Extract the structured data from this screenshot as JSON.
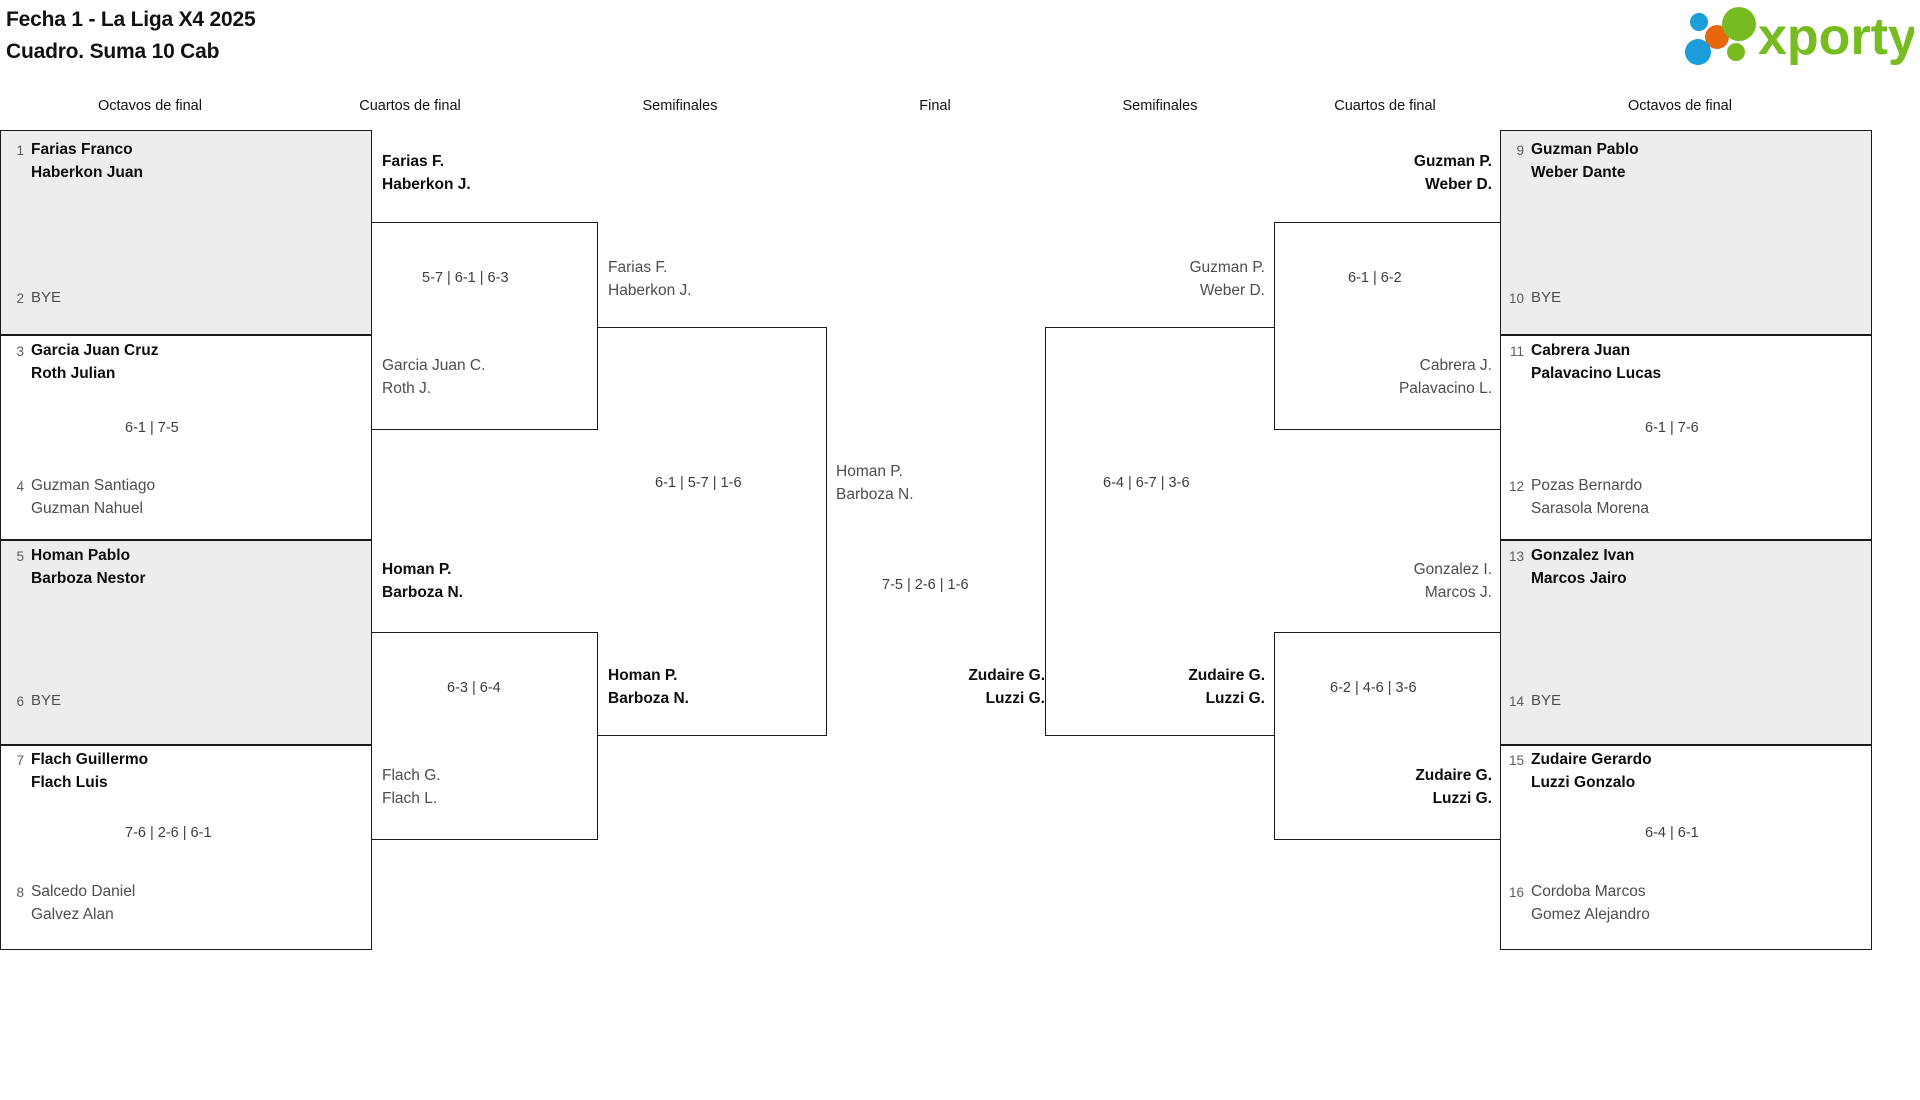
{
  "header": {
    "title_line1": "Fecha 1 - La Liga X4 2025",
    "title_line2": "Cuadro. Suma 10 Cab",
    "logo_text": "xporty",
    "logo_colors": {
      "green": "#76bc21",
      "blue": "#1b9dd9",
      "orange": "#e8670c"
    }
  },
  "rounds": {
    "r16_left": "Octavos de final",
    "qf_left": "Cuartos de final",
    "sf_left": "Semifinales",
    "final": "Final",
    "sf_right": "Semifinales",
    "qf_right": "Cuartos de final",
    "r16_right": "Octavos de final"
  },
  "bracket": {
    "r16_left": [
      {
        "seed": "1",
        "p1": "Farias Franco",
        "p2": "Haberkon Juan",
        "winner": true,
        "shaded": true
      },
      {
        "seed": "2",
        "p1": "BYE",
        "p2": "",
        "winner": false,
        "shaded": true
      },
      {
        "seed": "3",
        "p1": "Garcia Juan Cruz",
        "p2": "Roth Julian",
        "winner": true,
        "shaded": false
      },
      {
        "seed": "4",
        "p1": "Guzman Santiago",
        "p2": "Guzman Nahuel",
        "winner": false,
        "shaded": false
      },
      {
        "seed": "5",
        "p1": "Homan Pablo",
        "p2": "Barboza Nestor",
        "winner": true,
        "shaded": true
      },
      {
        "seed": "6",
        "p1": "BYE",
        "p2": "",
        "winner": false,
        "shaded": true
      },
      {
        "seed": "7",
        "p1": "Flach Guillermo",
        "p2": "Flach Luis",
        "winner": true,
        "shaded": false
      },
      {
        "seed": "8",
        "p1": "Salcedo Daniel",
        "p2": "Galvez Alan",
        "winner": false,
        "shaded": false
      }
    ],
    "r16_left_scores": [
      "",
      "6-1 | 7-5",
      "",
      "7-6 | 2-6 | 6-1"
    ],
    "qf_left": [
      {
        "p1": "Farias F.",
        "p2": "Haberkon J.",
        "winner": true
      },
      {
        "p1": "Garcia Juan C.",
        "p2": "Roth J.",
        "winner": false
      },
      {
        "p1": "Homan P.",
        "p2": "Barboza N.",
        "winner": true
      },
      {
        "p1": "Flach G.",
        "p2": "Flach L.",
        "winner": false
      }
    ],
    "qf_left_scores": [
      "5-7 | 6-1 | 6-3",
      "6-3 | 6-4"
    ],
    "sf_left": [
      {
        "p1": "Farias F.",
        "p2": "Haberkon J.",
        "winner": false
      },
      {
        "p1": "Homan P.",
        "p2": "Barboza N.",
        "winner": true
      }
    ],
    "sf_left_scores": [
      "6-1 | 5-7 | 1-6"
    ],
    "final": [
      {
        "p1": "Homan P.",
        "p2": "Barboza N.",
        "winner": false
      },
      {
        "p1": "Zudaire G.",
        "p2": "Luzzi G.",
        "winner": true
      }
    ],
    "final_score": "7-5 | 2-6 | 1-6",
    "sf_right": [
      {
        "p1": "Guzman P.",
        "p2": "Weber D.",
        "winner": false
      },
      {
        "p1": "Zudaire G.",
        "p2": "Luzzi G.",
        "winner": true
      }
    ],
    "sf_right_scores": [
      "6-4 | 6-7 | 3-6"
    ],
    "qf_right": [
      {
        "p1": "Guzman P.",
        "p2": "Weber D.",
        "winner": true
      },
      {
        "p1": "Cabrera J.",
        "p2": "Palavacino L.",
        "winner": false
      },
      {
        "p1": "Gonzalez I.",
        "p2": "Marcos J.",
        "winner": false
      },
      {
        "p1": "Zudaire G.",
        "p2": "Luzzi G.",
        "winner": true
      }
    ],
    "qf_right_scores": [
      "6-1 | 6-2",
      "6-2 | 4-6 | 3-6"
    ],
    "r16_right": [
      {
        "seed": "9",
        "p1": "Guzman Pablo",
        "p2": "Weber Dante",
        "winner": true,
        "shaded": true
      },
      {
        "seed": "10",
        "p1": "BYE",
        "p2": "",
        "winner": false,
        "shaded": true
      },
      {
        "seed": "11",
        "p1": "Cabrera Juan",
        "p2": "Palavacino Lucas",
        "winner": true,
        "shaded": false
      },
      {
        "seed": "12",
        "p1": "Pozas Bernardo",
        "p2": "Sarasola Morena",
        "winner": false,
        "shaded": false
      },
      {
        "seed": "13",
        "p1": "Gonzalez Ivan",
        "p2": "Marcos Jairo",
        "winner": true,
        "shaded": true
      },
      {
        "seed": "14",
        "p1": "BYE",
        "p2": "",
        "winner": false,
        "shaded": true
      },
      {
        "seed": "15",
        "p1": "Zudaire Gerardo",
        "p2": "Luzzi Gonzalo",
        "winner": true,
        "shaded": false
      },
      {
        "seed": "16",
        "p1": "Cordoba Marcos",
        "p2": "Gomez Alejandro",
        "winner": false,
        "shaded": false
      }
    ],
    "r16_right_scores": [
      "",
      "6-1 | 7-6",
      "",
      "6-4 | 6-1"
    ]
  }
}
